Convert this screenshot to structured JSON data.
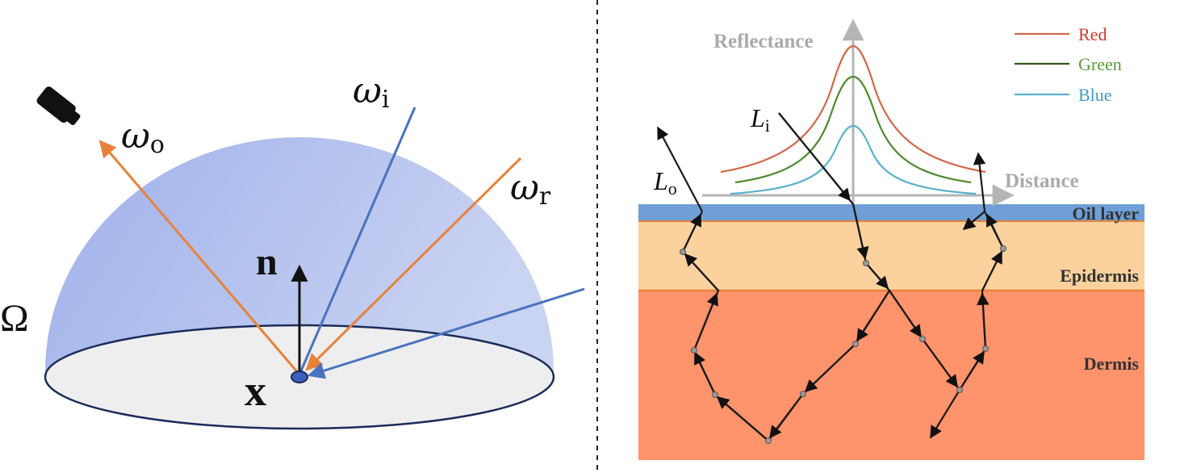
{
  "left_panel": {
    "omega_o": {
      "base": "ω",
      "sub": "o"
    },
    "omega_i": {
      "base": "ω",
      "sub": "i"
    },
    "omega_r": {
      "base": "ω",
      "sub": "r"
    },
    "normal_label": "n",
    "point_label": "x",
    "hemisphere_label": "Ω",
    "colors": {
      "hemisphere_top": "#9fb0ea",
      "hemisphere_edge": "#c9d3f2",
      "disk_fill": "#eeeeee",
      "disk_stroke": "#1b2b5a",
      "orange_ray": "#e8823a",
      "blue_ray": "#4a72c0"
    },
    "icon": "camera-icon"
  },
  "right_panel": {
    "y_axis_label": "Reflectance",
    "x_axis_label": "Distance",
    "legend": [
      {
        "name": "Red",
        "color": "#d3694a"
      },
      {
        "name": "Green",
        "color": "#4f8a2e"
      },
      {
        "name": "Blue",
        "color": "#5ab0cc"
      }
    ],
    "li_label": {
      "base": "L",
      "sub": "i"
    },
    "lo_label": {
      "base": "L",
      "sub": "o"
    },
    "layers": [
      {
        "name": "Oil layer",
        "color": "#6f9fd6"
      },
      {
        "name": "Epidermis",
        "color": "#fbd29d"
      },
      {
        "name": "Dermis",
        "color": "#ff936b"
      }
    ],
    "boundary_color": "#e8823a"
  }
}
